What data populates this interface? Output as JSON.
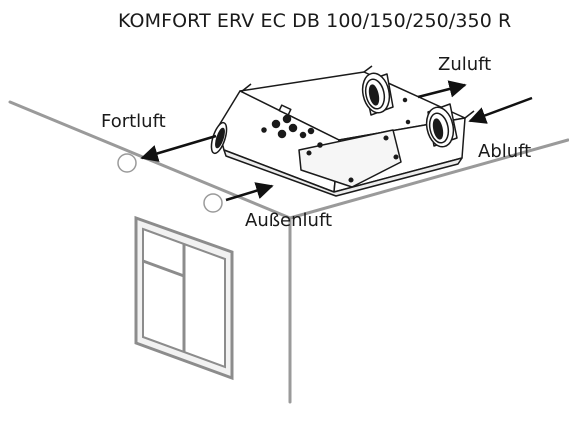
{
  "diagram": {
    "title": "KOMFORT ERV EC DB 100/150/250/350 R",
    "labels": {
      "zuluft": "Zuluft",
      "fortluft": "Fortluft",
      "abluft": "Abluft",
      "aussenluft": "Außenluft"
    },
    "colors": {
      "wall_lines": "#9a9a9a",
      "unit_outline": "#1a1a1a",
      "unit_fill": "#ffffff",
      "window_frame": "#8c8c8c",
      "window_glass": "#f2f2f2",
      "arrows": "#111111"
    }
  }
}
